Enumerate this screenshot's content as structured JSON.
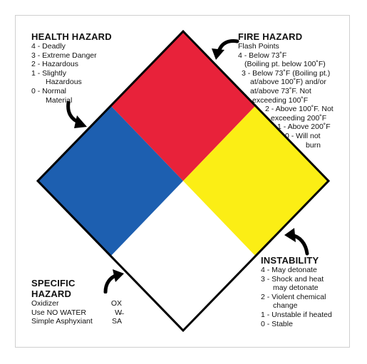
{
  "colors": {
    "health": "#1d5fb0",
    "fire": "#e8223a",
    "reactivity": "#fbee15",
    "special": "#ffffff",
    "outline": "#000000"
  },
  "health": {
    "title": "HEALTH HAZARD",
    "lines": [
      "4 - Deadly",
      "3 - Extreme Danger",
      "2 - Hazardous",
      "1 - Slightly",
      "Hazardous",
      "0 - Normal",
      "Material"
    ]
  },
  "fire": {
    "title": "FIRE HAZARD",
    "lines": [
      "Flash Points",
      "4 - Below 73˚F",
      "(Boiling pt. below 100˚F)",
      "3 - Below 73˚F (Boiling pt.)",
      "at/above 100˚F) and/or",
      "at/above 73˚F. Not",
      "exceeding 100˚F",
      "2 - Above 100˚F. Not",
      "exceeding 200˚F",
      "1 - Above 200˚F",
      "0 - Will not",
      "burn"
    ]
  },
  "instability": {
    "title": "INSTABILITY",
    "lines": [
      "4 - May detonate",
      "3 - Shock and heat",
      "may detonate",
      "2 - Violent chemical",
      "change",
      "1 - Unstable if heated",
      "0 - Stable"
    ]
  },
  "special": {
    "title_line1": "SPECIFIC",
    "title_line2": "HAZARD",
    "rows": [
      {
        "label": "Oxidizer",
        "code": "OX"
      },
      {
        "label": "Use NO WATER",
        "code": "W̶"
      },
      {
        "label": "Simple Asphyxiant",
        "code": "SA"
      }
    ]
  }
}
